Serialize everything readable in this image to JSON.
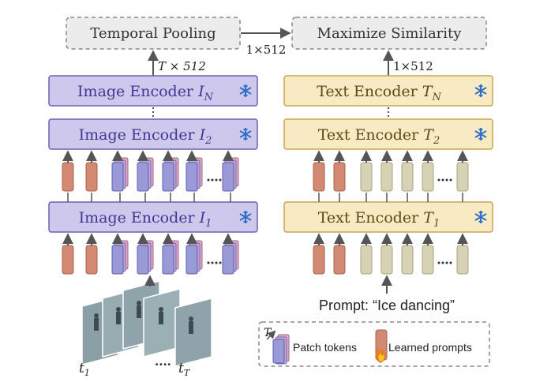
{
  "diagram": {
    "pool_box": {
      "label": "Temporal Pooling"
    },
    "sim_box": {
      "label": "Maximize Similarity"
    },
    "edge_pool_sim": {
      "label": "1×512"
    },
    "edge_img_out": {
      "label": "T × 512"
    },
    "edge_txt_out": {
      "label": "1×512"
    },
    "image_encoders": [
      {
        "name": "Image Encoder ",
        "sub": "N"
      },
      {
        "name": "Image Encoder ",
        "sub": "2"
      },
      {
        "name": "Image Encoder ",
        "sub": "1"
      }
    ],
    "text_encoders": [
      {
        "name": "Text Encoder ",
        "sub": "N"
      },
      {
        "name": "Text Encoder ",
        "sub": "2"
      },
      {
        "name": "Text Encoder ",
        "sub": "1"
      }
    ],
    "image_encoder_symbol": "I",
    "text_encoder_symbol": "T",
    "prompt": "Prompt: “Ice dancing”",
    "frames": {
      "first": "t",
      "first_sub": "1",
      "dots": "....",
      "last": "t",
      "last_sub": "T"
    },
    "legend": {
      "t_label": "T",
      "patch": "Patch tokens",
      "learned": "Learned prompts"
    },
    "colors": {
      "image_encoder_fill": "#cdc8ec",
      "image_encoder_stroke": "#6a63b4",
      "image_encoder_text": "#3e3894",
      "text_encoder_fill": "#f8eac2",
      "text_encoder_stroke": "#c9a552",
      "text_encoder_text": "#5d4a16",
      "learned_prompt": "#d48a72",
      "patch_token": "#9a9ad8",
      "text_token": "#d8d2b4",
      "freeze_icon": "#2f6fc4"
    },
    "icons": {
      "freeze": "snowflake-icon",
      "learn": "flame-icon"
    }
  }
}
